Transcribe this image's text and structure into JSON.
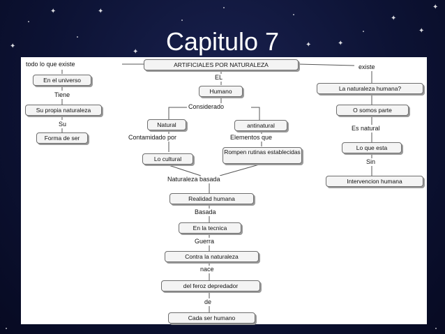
{
  "slide": {
    "title": "Capitulo 7"
  },
  "concept_map": {
    "nodes": {
      "root": "ARTIFICIALES POR NATURALEZA",
      "universo": "En el universo",
      "propia": "Su propia naturaleza",
      "forma": "Forma de ser",
      "humano": "Humano",
      "natural": "Natural",
      "antinatural": "antinatural",
      "cultural": "Lo cultural",
      "rompen": "Rompen rutinas establecidas",
      "realidad": "Realidad humana",
      "tecnica": "En la tecnica",
      "contra": "Contra la naturaleza",
      "feroz": "del feroz depredador",
      "cada": "Cada ser humano",
      "nat_humana": "La naturaleza humana?",
      "somos": "O somos parte",
      "que_esta": "Lo que esta",
      "intervencion": "Intervencion humana"
    },
    "links": {
      "todo": "todo lo que existe",
      "tiene": "Tiene",
      "su": "Su",
      "el": "EL",
      "considerado": "Considerado",
      "contaminado": "Contamidado por",
      "elementos": "Elementos que",
      "nat_basada": "Naturaleza basada",
      "basada": "Basada",
      "guerra": "Guerra",
      "nace": "nace",
      "de": "de",
      "existe": "existe",
      "es_natural": "Es natural",
      "sin": "Sin"
    }
  }
}
